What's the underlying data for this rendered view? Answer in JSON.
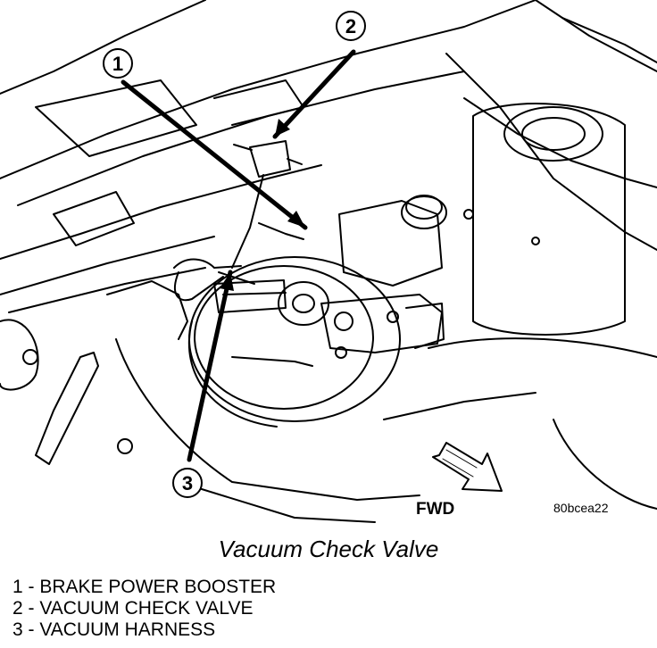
{
  "diagram": {
    "callouts": [
      {
        "number": "1",
        "part": "BRAKE POWER BOOSTER"
      },
      {
        "number": "2",
        "part": "VACUUM CHECK VALVE"
      },
      {
        "number": "3",
        "part": "VACUUM HARNESS"
      }
    ],
    "direction_label": "FWD",
    "figure_code": "80bcea22"
  },
  "caption": "Vacuum Check Valve",
  "legend": [
    "1 - BRAKE POWER BOOSTER",
    "2 - VACUUM CHECK VALVE",
    "3 - VACUUM HARNESS"
  ],
  "colors": {
    "ink": "#000000",
    "paper": "#ffffff"
  }
}
